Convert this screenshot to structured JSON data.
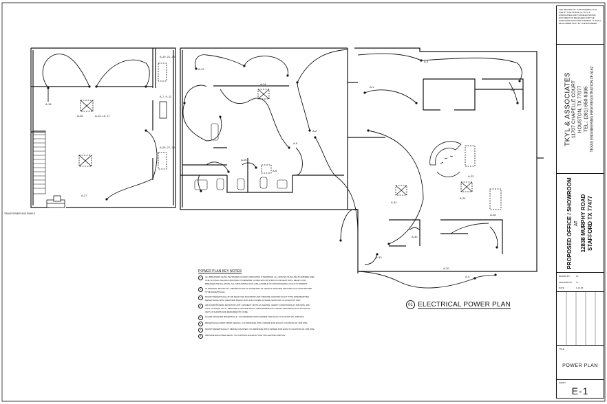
{
  "sheet": {
    "plan_number": "01",
    "plan_title": "ELECTRICAL POWER PLAN",
    "transformer_label": "TRANSFORMER AND PANELS"
  },
  "notes": {
    "title": "POWER PLAN KEY NOTES",
    "items": [
      {
        "num": "1",
        "text": "ALL BREAKERS SHALL BE SPARED UNLESS INDICATED OTHERWISE. ALL SPACES SHALL BE 20 AMPERE SIZE. ONE (1) POLE UNLESS INDICATED OTHERWISE. COMPLETE WITH BUSS CONNECTIONS. READY FOR BREAKER INSTALLATION. ALL GROUNDING SHALL BE CAPABLE OF WITHSTANDING A FAULT CURRENT."
      },
      {
        "num": "2",
        "text": "IN GENERAL MOUNT ALL RECEPTACLES AT STANDARD 18\" HEIGHT. PROVIDE GROUND FAULT PROTECTED TYPE RECEPTACLE."
      },
      {
        "num": "3",
        "text": "MOUNT RECEPTACLE AT OR NEAR THE ROOFTOP UNIT. PROVIDE GROUND FAULT TYPE INTERRUPTING RECEPTACLE WITH WEATHER PROOF BOX AND COVER ON BASE SUPPORT OF ROOFTOP UNIT."
      },
      {
        "num": "4",
        "text": "AIR CONDITIONING ROOFTOP UNIT. CONNECT UNITS AS SHOWN. VERIFY CONDITIONS AT JOB SITE. 480 VOLT, 3 PHASE, 60 Hz. PROVIDE A GROUND FAULT, WEATHERPROOF DUPLEX RECEPTACLE AT ROOFTOP UNIT AS SHOWN AND REQUIRED BY CODE."
      },
      {
        "num": "5",
        "text": "FLOOR MOUNTED RECEPTACLE. CO-ORDINATE WITH OWNER FOR EXACT LOCATION ON JOB SITE."
      },
      {
        "num": "6",
        "text": "RECEPTACLE DROP FROM CEILING. CO-ORDINATE WITH OWNER FOR EXACT LOCATION ON JOB SITE."
      },
      {
        "num": "7",
        "text": "MOUNT RECEPTACLE 6\" ABOVE COUNTER. CO-ORDINATE WITH OWNER FOR EXACT LOCATION ON JOB SITE."
      },
      {
        "num": "8",
        "text": "PROVIDE ENCLOSED RELAY TO CONTROL EXHAUST FAN VIA LIGHTING SWITCH."
      }
    ]
  },
  "circuits": [
    "A-18",
    "A-26",
    "A-13, 15, 17",
    "A-19, 21, 23",
    "A-7, 9, 11",
    "A-25, 27, 29",
    "A-27",
    "A-12",
    "A-14",
    "A-16",
    "A-6",
    "A-8",
    "A-2",
    "A-1",
    "A-3",
    "A-5",
    "A-33",
    "A-32",
    "A-30",
    "A-28",
    "A-24",
    "A-22",
    "A-20",
    "A-4"
  ],
  "titleblock": {
    "copyright": "THE RECORD OF THIS DRAWING IS IN USE BY THE OFFICE OF TKYL & ASSOCIATES AND THIS ELECTRONIC DOCUMENT IS RELEASED FOR THE PURPOSES INDICATED HEREON. IT SHALL BE ALTERED ONLY BY THE ENGINEER.",
    "firm_name": "TKYL & ASSOCIATES",
    "firm_address": "11707 CHAPELLE COURT",
    "firm_city": "HOUSTON, TX 77077",
    "firm_tel": "TEL.: (281) 650-9395",
    "firm_registration": "TEXAS ENGINEERING FIRM REGISTRATION #F-5162",
    "project_title": "PROPOSED OFFICE / SHOWROOM",
    "project_at": "AT",
    "project_address": "12838 MURPHY ROAD",
    "project_city": "STAFFORD TX 77477",
    "drawn_by_label": "DRAWN BY",
    "drawn_by": "KL",
    "checked_by_label": "CHECKED BY",
    "checked_by": "TL",
    "date_label": "DATE",
    "date": "1-12-06",
    "drawing_title_label": "TITLE",
    "drawing_title": "POWER PLAN",
    "sheet_label": "SHEET",
    "sheet_number": "E-1"
  }
}
